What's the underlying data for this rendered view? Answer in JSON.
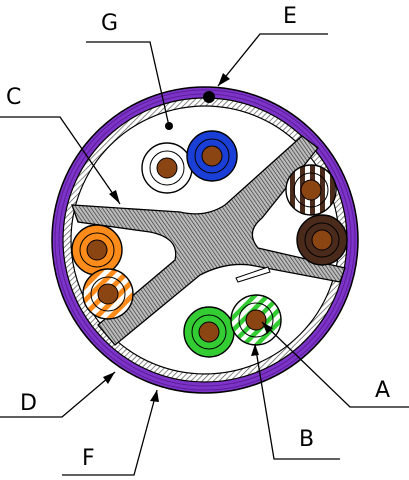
{
  "diagram": {
    "labels": {
      "A": "A",
      "B": "B",
      "C": "C",
      "D": "D",
      "E": "E",
      "F": "F",
      "G": "G"
    },
    "colors": {
      "jacket": "#7d33c8",
      "jacket_dark": "#5b1f9a",
      "shield_hatch": "#555555",
      "separator": "#444444",
      "conductor": "#8b4513",
      "blue": "#1a3fd6",
      "orange": "#ff8c1a",
      "green": "#33cc33",
      "brown": "#4a2a1a",
      "white": "#ffffff"
    }
  }
}
